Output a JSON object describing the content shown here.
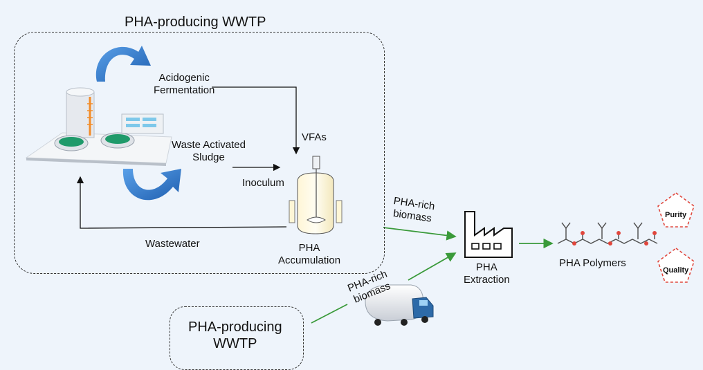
{
  "main_plant": {
    "title": "PHA-producing WWTP"
  },
  "process_labels": {
    "acidogenic_line1": "Acidogenic",
    "acidogenic_line2": "Fermentation",
    "was_line1": "Waste Activated",
    "was_line2": "Sludge",
    "vfas": "VFAs",
    "inoculum": "Inoculum",
    "wastewater": "Wastewater",
    "pha_accum_line1": "PHA",
    "pha_accum_line2": "Accumulation"
  },
  "flows": {
    "rich_biomass_1_line1": "PHA-rich",
    "rich_biomass_1_line2": "biomass",
    "rich_biomass_2_line1": "PHA-rich",
    "rich_biomass_2_line2": "biomass"
  },
  "second_plant": {
    "title_line1": "PHA-producing",
    "title_line2": "WWTP"
  },
  "extraction": {
    "line1": "PHA",
    "line2": "Extraction"
  },
  "polymers": {
    "label": "PHA Polymers"
  },
  "badges": {
    "purity": "Purity",
    "quality": "Quality"
  },
  "colors": {
    "background": "#eef4fb",
    "arrow_blue": "#2e72c8",
    "flow_green": "#3a9a3a",
    "badge_red": "#e0463c",
    "tank_green": "#1f9a6a"
  }
}
